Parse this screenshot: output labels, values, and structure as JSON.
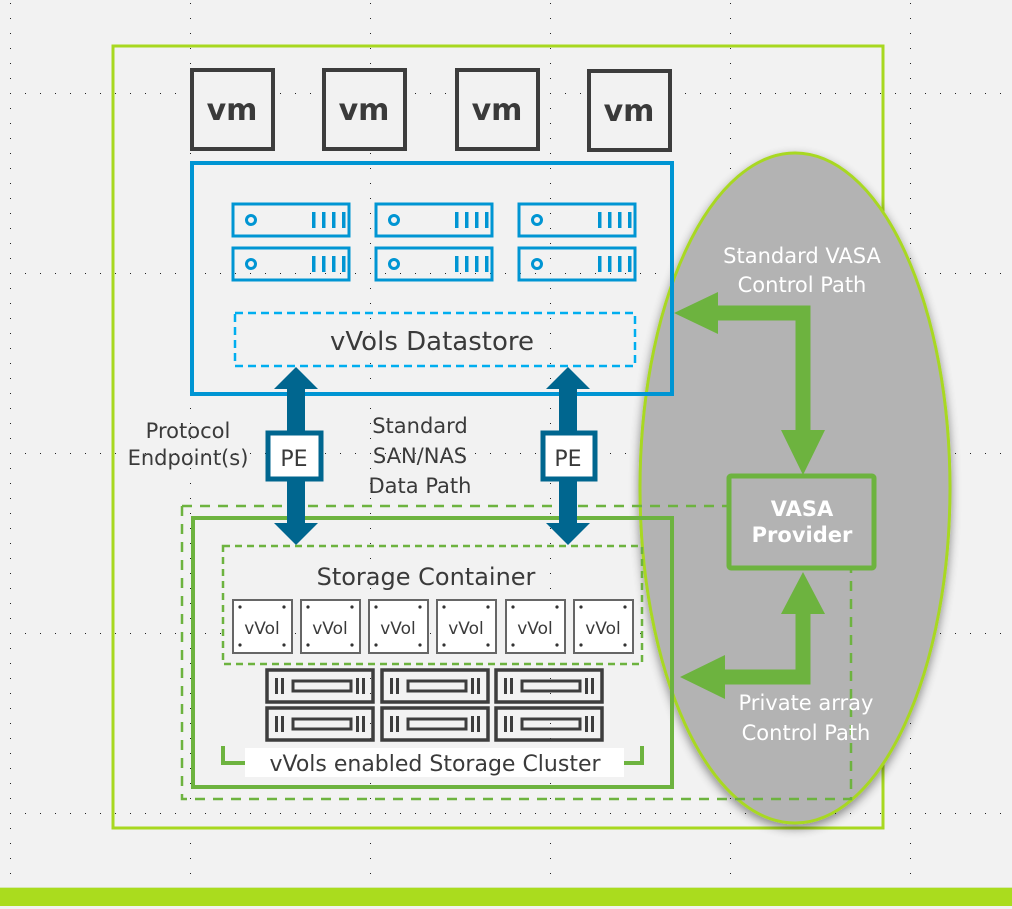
{
  "diagram": {
    "title": "vVols Architecture",
    "vms": [
      {
        "label": "vm"
      },
      {
        "label": "vm"
      },
      {
        "label": "vm"
      },
      {
        "label": "vm"
      }
    ],
    "hosts": {
      "server_count": 6,
      "datastore_label": "vVols Datastore"
    },
    "protocol_endpoint": {
      "label_line1": "Protocol",
      "label_line2": "Endpoint(s)",
      "badges": [
        {
          "label": "PE"
        },
        {
          "label": "PE"
        }
      ]
    },
    "data_path": {
      "line1": "Standard",
      "line2": "SAN/NAS",
      "line3": "Data Path"
    },
    "storage_container": {
      "label": "Storage Container",
      "vvols": [
        {
          "label": "vVol"
        },
        {
          "label": "vVol"
        },
        {
          "label": "vVol"
        },
        {
          "label": "vVol"
        },
        {
          "label": "vVol"
        },
        {
          "label": "vVol"
        }
      ]
    },
    "storage_cluster": {
      "label": "vVols enabled Storage Cluster",
      "enclosure_count": 6
    },
    "vasa": {
      "control_path_line1": "Standard VASA",
      "control_path_line2": "Control Path",
      "provider_line1": "VASA",
      "provider_line2": "Provider",
      "private_path_line1": "Private array",
      "private_path_line2": "Control Path"
    },
    "colors": {
      "background": "#f2f2f2",
      "frame_green": "#a8d820",
      "path_green": "#6db33f",
      "host_blue": "#0095d3",
      "datastore_blue": "#00aeef",
      "pe_blue": "#00668f",
      "ellipse_grey": "#b3b3b3",
      "dark": "#3d3d3d"
    }
  }
}
